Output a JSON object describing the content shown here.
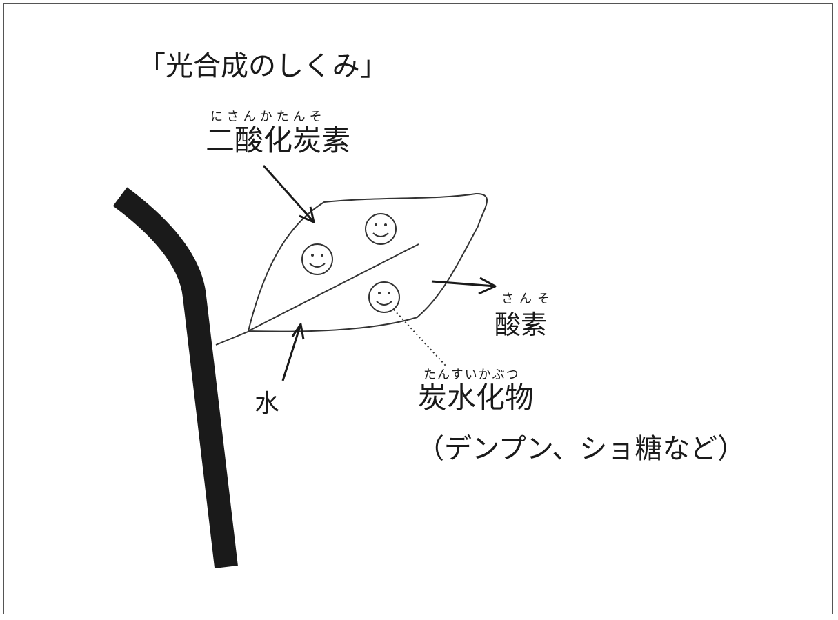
{
  "title": "「光合成のしくみ」",
  "co2": {
    "ruby": "にさんかたんそ",
    "label": "二酸化炭素"
  },
  "oxygen": {
    "ruby": "さんそ",
    "label": "酸素"
  },
  "water": {
    "label": "水"
  },
  "carbohydrate": {
    "ruby": "たんすいかぶつ",
    "label": "炭水化物",
    "examples": "（デンプン、ショ糖など）"
  },
  "colors": {
    "stem": "#1a1a1a",
    "line": "#333333",
    "frame": "#555555"
  },
  "icons": [
    "smiley-face-icon",
    "arrow-icon"
  ]
}
